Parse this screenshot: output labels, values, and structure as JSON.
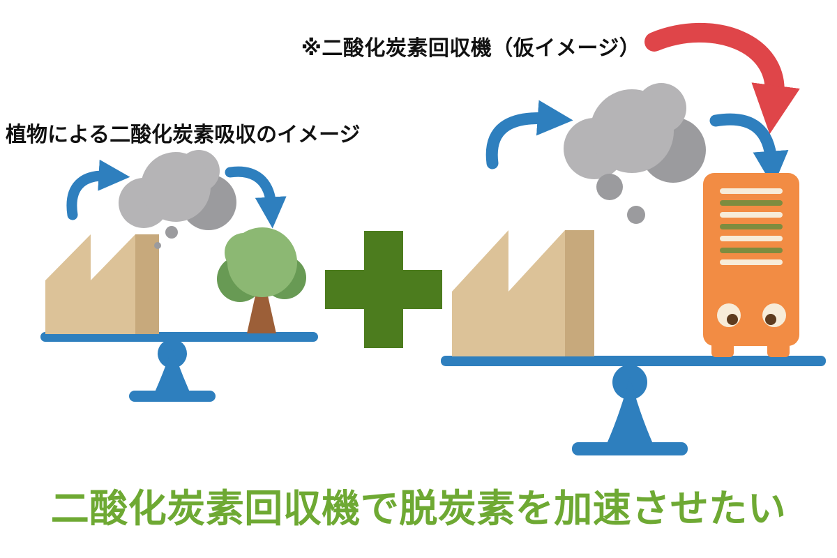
{
  "annotations": {
    "machine_note": "※二酸化炭素回収機（仮イメージ）",
    "plant_absorption_label": "植物による二酸化炭素吸収のイメージ",
    "headline": "二酸化炭素回収機で脱炭素を加速させたい"
  },
  "colors": {
    "arrow_blue": "#2e7fbe",
    "arrow_red": "#df4549",
    "balance_blue": "#2e7fbe",
    "cloud_light": "#b5b4b6",
    "cloud_dark": "#9b9b9e",
    "factory_light": "#dcc298",
    "factory_dark": "#c7a97c",
    "tree_light": "#8cb873",
    "tree_dark": "#689a54",
    "trunk_brown": "#9c5f38",
    "plus_green": "#4c7c1e",
    "machine_orange": "#f28c44",
    "machine_stripe_cream": "#f7ecd9",
    "machine_stripe_olive": "#7d8c3f",
    "machine_eye_dark": "#5e3b1e",
    "headline_green": "#6ea933",
    "text_black": "#111111",
    "background": "#ffffff"
  },
  "icons": {
    "smoke-cloud-icon": "svg circle cluster",
    "factory-icon": "svg sawtooth polygon",
    "tree-icon": "svg circles + trapezoid trunk",
    "balance-scale-icon": "svg beam + pivot + pedestal",
    "plus-icon": "svg cross rects",
    "co2-capture-machine-icon": "svg rounded rect with stripes and knobs",
    "curved-arrow-icon": "svg curved stroke with arrowhead"
  }
}
